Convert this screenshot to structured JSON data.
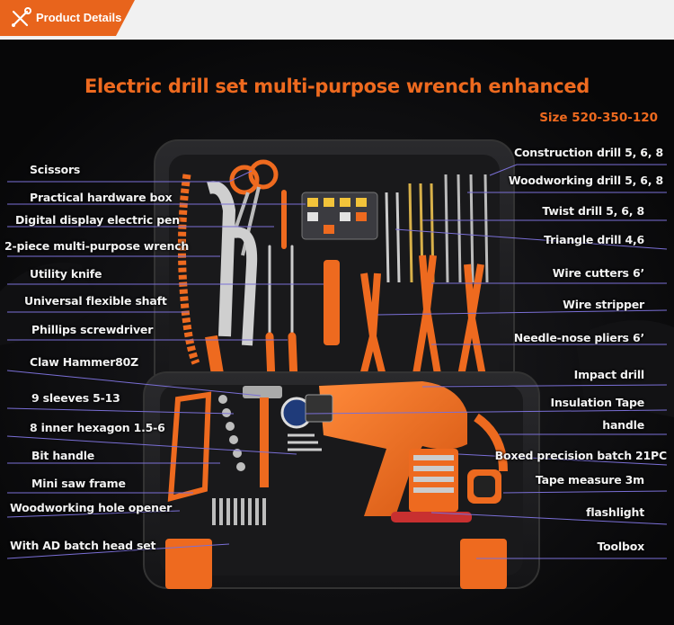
{
  "header": {
    "tab_label": "Product Details",
    "tab_icon": "wrench-screwdriver-icon",
    "accent": "#e8641c"
  },
  "title": "Electric drill set multi-purpose wrench enhanced",
  "size": "Size 520-350-120",
  "left_labels": [
    "Scissors",
    "Practical hardware box",
    "Digital display electric pen",
    "2-piece multi-purpose wrench",
    "Utility knife",
    "Universal flexible shaft",
    "Phillips screwdriver",
    "Claw Hammer80Z",
    "9 sleeves 5-13",
    "8 inner hexagon 1.5-6",
    "Bit handle",
    "Mini saw frame",
    "Woodworking hole opener",
    "With AD batch head set"
  ],
  "right_labels": [
    "Construction drill 5, 6, 8",
    "Woodworking drill 5, 6, 8",
    "Twist drill 5, 6, 8",
    "Triangle drill 4,6",
    "Wire cutters 6’",
    "Wire stripper",
    "Needle-nose pliers 6’",
    "Impact drill",
    "Insulation Tape",
    "handle",
    "Boxed precision batch 21PC",
    "Tape measure 3m",
    "flashlight",
    "Toolbox"
  ],
  "colors": {
    "orange": "#ee6a1f",
    "case": "#1b1b1d",
    "line": "#7a6fd6"
  }
}
